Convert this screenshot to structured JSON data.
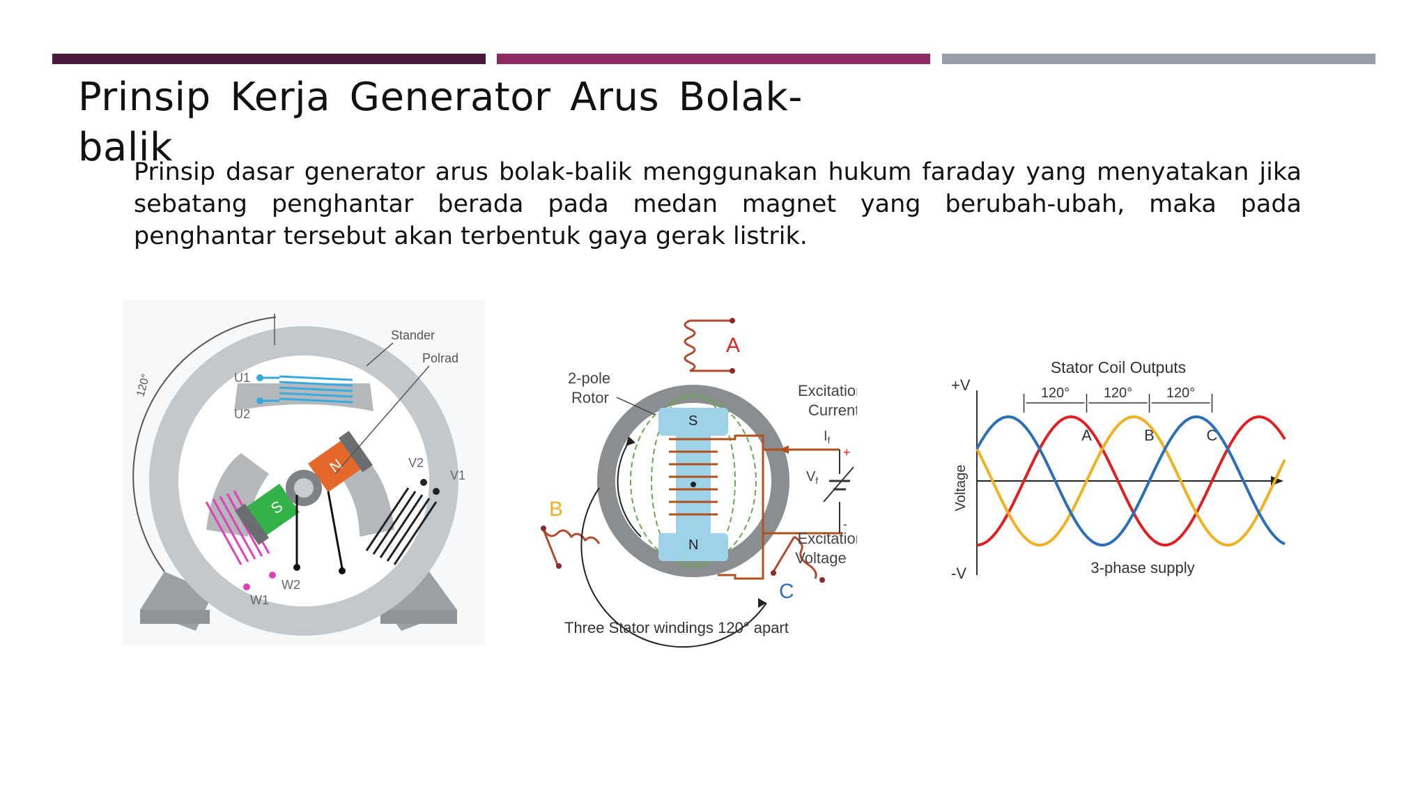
{
  "slide": {
    "title": "Prinsip Kerja Generator Arus Bolak-balik",
    "body": "Prinsip dasar generator arus bolak-balik menggunakan hukum faraday yang menyatakan jika sebatang penghantar berada pada medan magnet yang berubah-ubah, maka pada penghantar tersebut akan terbentuk gaya gerak listrik."
  },
  "figure1": {
    "stander_label": "Stander",
    "polrad_label": "Polrad",
    "angle_label": "120°",
    "u1": "U1",
    "u2": "U2",
    "v1": "V1",
    "v2": "V2",
    "w1": "W1",
    "w2": "W2",
    "pole_n": "N",
    "pole_s": "S",
    "colors": {
      "u_coil": "#36a9e0",
      "v_coil": "#222222",
      "w_coil": "#e040b8",
      "pole_n": "#e4682a",
      "pole_s": "#34b24a"
    }
  },
  "figure2": {
    "phase_a": "A",
    "phase_b": "B",
    "phase_c": "C",
    "rotor_label_line1": "2-pole",
    "rotor_label_line2": "Rotor",
    "excitation_current_line1": "Excitation",
    "excitation_current_line2": "Current",
    "current_symbol": "I",
    "current_subscript": "f",
    "voltage_symbol": "V",
    "voltage_subscript": "f",
    "excitation_voltage_line1": "Excitation",
    "excitation_voltage_line2": "Voltage",
    "pole_s": "S",
    "pole_n": "N",
    "plus": "+",
    "minus": "-",
    "caption": "Three Stator windings 120° apart",
    "colors": {
      "phase_a": "#e02020",
      "phase_b": "#f0b020",
      "phase_c": "#2a6fb8"
    }
  },
  "figure3": {
    "title": "Stator Coil Outputs",
    "ylabel": "Voltage",
    "y_plus": "+V",
    "y_minus": "-V",
    "spacing_labels": [
      "120°",
      "120°",
      "120°"
    ],
    "peak_labels": [
      "A",
      "B",
      "C"
    ],
    "caption": "3-phase supply",
    "colors": {
      "A": "#e02020",
      "B": "#f0b020",
      "C": "#2a6fb8"
    }
  }
}
